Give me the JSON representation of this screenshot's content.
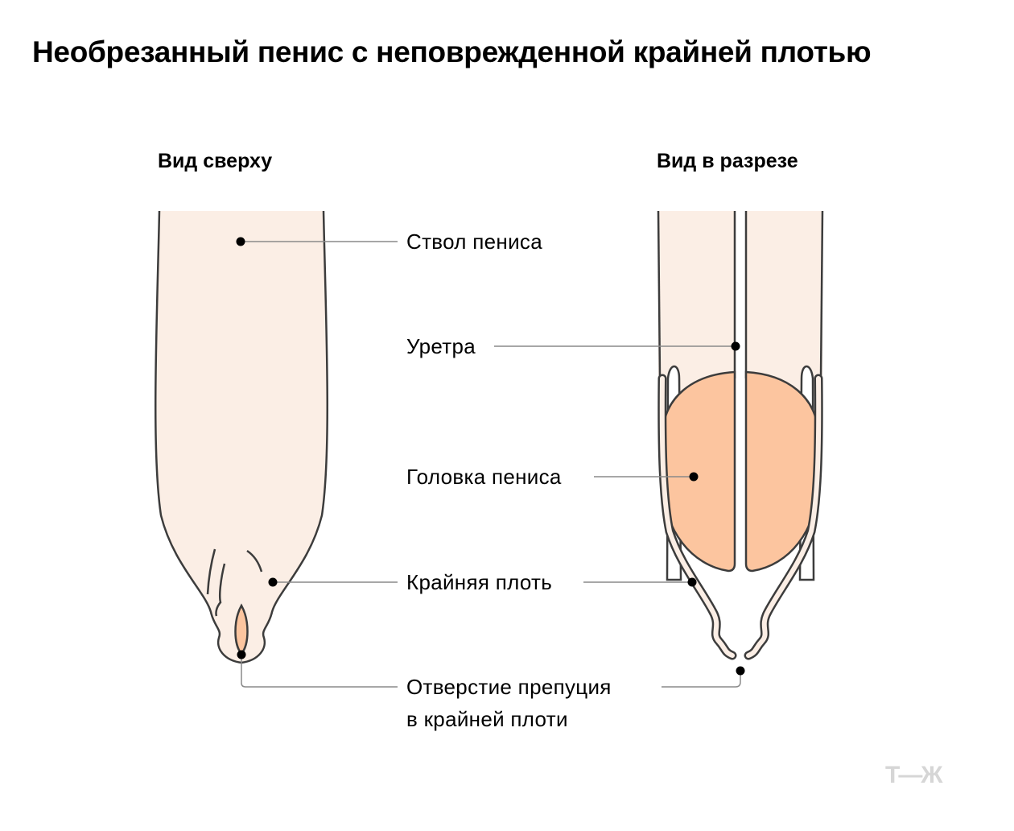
{
  "title": "Необрезанный пенис с неповрежденной крайней плотью",
  "views": {
    "top": "Вид сверху",
    "section": "Вид в разрезе"
  },
  "labels": {
    "shaft": "Ствол пениса",
    "urethra": "Уретра",
    "glans": "Головка пениса",
    "foreskin": "Крайняя плоть",
    "opening_line1": "Отверстие препуция",
    "opening_line2": "в крайней плоти"
  },
  "colors": {
    "skin": "#fbeee5",
    "glans": "#fcc59f",
    "outline": "#3c3c3c",
    "leader": "#8a8a8a"
  },
  "logo": "Т—Ж"
}
